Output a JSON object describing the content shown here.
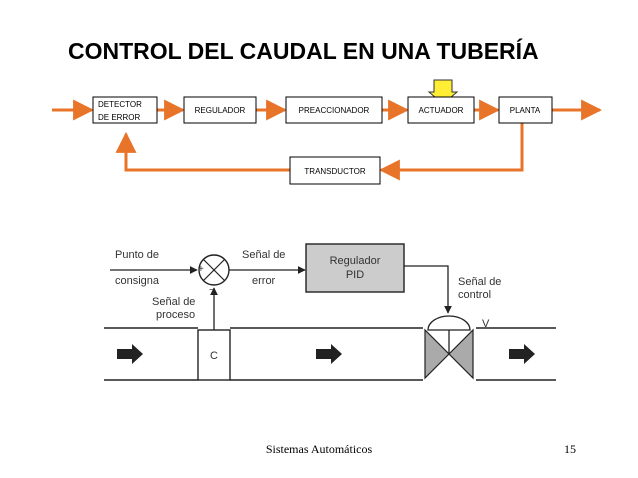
{
  "title": "CONTROL DEL CAUDAL EN UNA TUBERÍA",
  "colors": {
    "orange": "#e8742a",
    "box_fill": "#ffffff",
    "pid_fill": "#cccccc",
    "marker_fill": "#ffee33"
  },
  "block_diagram": {
    "blocks": [
      {
        "id": "detector",
        "lines": [
          "DETECTOR",
          "DE ERROR"
        ]
      },
      {
        "id": "regulador",
        "lines": [
          "REGULADOR"
        ]
      },
      {
        "id": "preaccionador",
        "lines": [
          "PREACCIONADOR"
        ]
      },
      {
        "id": "actuador",
        "lines": [
          "ACTUADOR"
        ]
      },
      {
        "id": "planta",
        "lines": [
          "PLANTA"
        ]
      },
      {
        "id": "transductor",
        "lines": [
          "TRANSDUCTOR"
        ]
      }
    ]
  },
  "pid_diagram": {
    "setpoint_label": [
      "Punto de",
      "consigna"
    ],
    "error_label": [
      "Señal de",
      "error"
    ],
    "pid_label": [
      "Regulador",
      "PID"
    ],
    "control_label": [
      "Señal de",
      "control"
    ],
    "process_label": [
      "Señal de",
      "proceso"
    ],
    "sensor_label": "C",
    "valve_label": "V",
    "sum_plus": "+",
    "sum_minus": "−"
  },
  "footer": {
    "left": "Sistemas Automáticos",
    "page": "15"
  }
}
